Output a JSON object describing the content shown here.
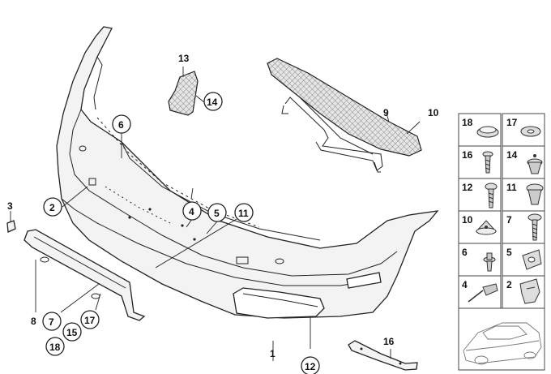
{
  "diagram": {
    "main_labels": [
      {
        "id": "1",
        "circled": false
      },
      {
        "id": "2",
        "circled": true
      },
      {
        "id": "3",
        "circled": false
      },
      {
        "id": "4",
        "circled": true
      },
      {
        "id": "5",
        "circled": true
      },
      {
        "id": "6",
        "circled": true
      },
      {
        "id": "7",
        "circled": true
      },
      {
        "id": "8",
        "circled": false
      },
      {
        "id": "9",
        "circled": false
      },
      {
        "id": "10",
        "circled": false
      },
      {
        "id": "11",
        "circled": true
      },
      {
        "id": "12",
        "circled": true
      },
      {
        "id": "13",
        "circled": false
      },
      {
        "id": "14",
        "circled": true
      },
      {
        "id": "15",
        "circled": false
      },
      {
        "id": "16",
        "circled": true
      },
      {
        "id": "17",
        "circled": true
      },
      {
        "id": "18",
        "circled": true
      }
    ],
    "legend_cells": [
      {
        "id": "18",
        "part": "grommet-flat"
      },
      {
        "id": "17",
        "part": "washer-ring"
      },
      {
        "id": "16",
        "part": "screw-small"
      },
      {
        "id": "14",
        "part": "expanding-nut"
      },
      {
        "id": "12",
        "part": "screw-pan"
      },
      {
        "id": "11",
        "part": "push-clip"
      },
      {
        "id": "10",
        "part": "spreader-nut"
      },
      {
        "id": "7",
        "part": "screw-long"
      },
      {
        "id": "6",
        "part": "rivet-plug"
      },
      {
        "id": "5",
        "part": "clip-nut"
      },
      {
        "id": "4",
        "part": "blind-rivet"
      },
      {
        "id": "2",
        "part": "holder-bracket"
      }
    ]
  }
}
